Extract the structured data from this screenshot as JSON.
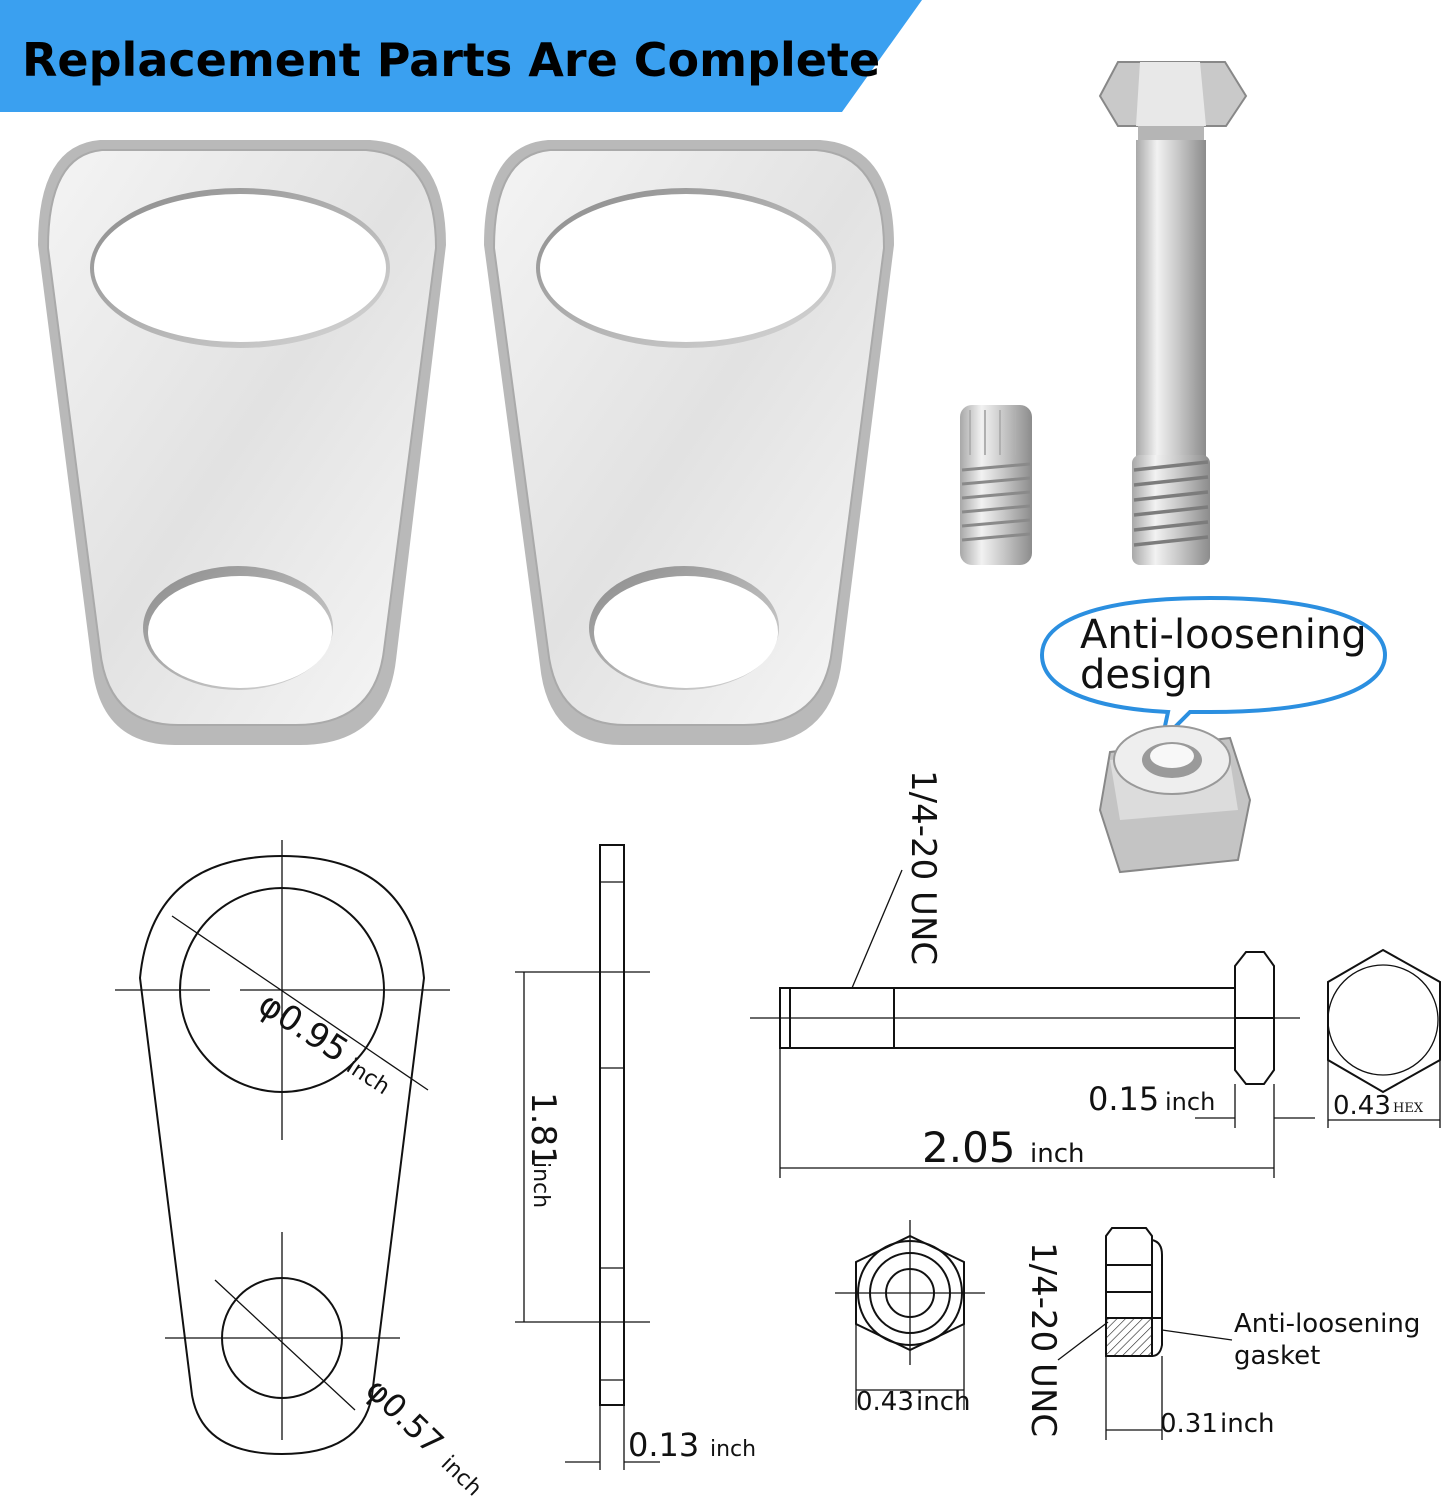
{
  "banner": {
    "title": "Replacement Parts Are Complete",
    "color": "#3aa0f0"
  },
  "callout": {
    "line1": "Anti-loosening",
    "line2": "design",
    "border_color": "#2b8fe0"
  },
  "plate_drawing": {
    "large_hole_value": "φ0.95",
    "large_hole_unit": "inch",
    "small_hole_value": "φ0.57",
    "small_hole_unit": "inch",
    "center_distance_value": "1.81",
    "center_distance_unit": "inch",
    "thickness_value": "0.13",
    "thickness_unit": "inch"
  },
  "bolt_drawing": {
    "thread_spec": "1/4-20 UNC",
    "head_height_value": "0.15",
    "head_height_unit": "inch",
    "length_value": "2.05",
    "length_unit": "inch",
    "hex_value": "0.43",
    "hex_unit": "HEX"
  },
  "nut_drawing": {
    "width_value": "0.43",
    "width_unit": "inch",
    "thread_spec": "1/4-20 UNC",
    "height_value": "0.31",
    "height_unit": "inch",
    "gasket_line1": "Anti-loosening",
    "gasket_line2": "gasket"
  }
}
